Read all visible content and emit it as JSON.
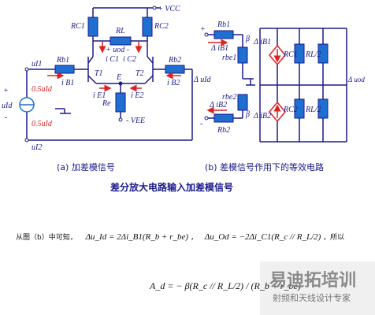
{
  "labels": {
    "vcc": "+ VCC",
    "vee": "- VEE",
    "rc1": "RC1",
    "rc2": "RC2",
    "rl": "RL",
    "rb1": "Rb1",
    "rb2": "Rb2",
    "re": "Re",
    "t1": "T1",
    "t2": "T2",
    "e": "E",
    "ic1": "i C1",
    "ic2": "i C2",
    "ib1": "i B1",
    "ib2": "i B2",
    "ie1": "i E1",
    "ie2": "i E2",
    "uod": "+ uod -",
    "ui1": "uI1",
    "ui2": "uI2",
    "uid": "uId",
    "half_uid_top": "0.5uId",
    "half_uid_bottom": "0.5uId",
    "plus": "+",
    "minus": "-",
    "rb1_b": "Rb1",
    "rb2_b": "Rb2",
    "d_ib1": "Δ iB1",
    "d_ib2": "Δ iB2",
    "d_ib1_src": "Δ iB1",
    "d_ib2_src": "Δ iB2",
    "beta": "β",
    "rbe1": "rbe1",
    "rbe2": "rbe2",
    "rc1_b": "RC1",
    "rc2_b": "RC2",
    "rl2_top": "RL/2",
    "rl2_bottom": "RL/2",
    "d_uid": "Δ uId",
    "d_uod": "Δ uod"
  },
  "captions": {
    "a": "(a) 加差模信号",
    "b": "(b) 差模信号作用下的等效电路",
    "title": "差分放大电路输入加差模信号"
  },
  "text": {
    "lead": "从图（b）中可知，",
    "eq1": "Δu_Id = 2Δi_B1(R_b + r_be)",
    "sep": "，",
    "eq2": "Δu_Od = −2Δi_C1(R_c // R_L/2)",
    "so": "，所以",
    "ad": "A_d = − β(R_c // R_L/2) / (R_b + r_be)"
  },
  "watermark": {
    "main": "易迪拓培训",
    "sub": "射频和天线设计专家"
  },
  "colors": {
    "wire": "#1a1a8c",
    "component": "#1f6fd1",
    "arrow": "#e02020",
    "source": "#1f6fd1"
  }
}
